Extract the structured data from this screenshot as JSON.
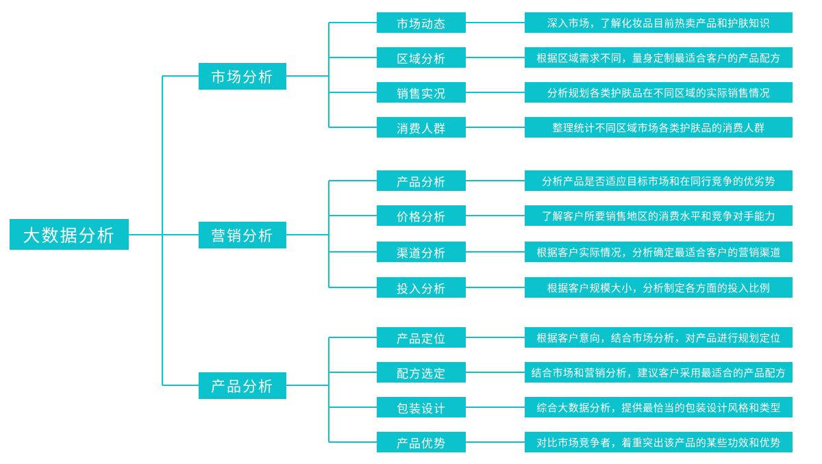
{
  "diagram": {
    "title": "大数据分析",
    "theme": {
      "node_fill": "#0cc3cd",
      "node_text": "#ffffff",
      "connector": "#0cc3cd",
      "background": "#ffffff"
    },
    "root": {
      "label": "大数据分析"
    },
    "branches": [
      {
        "label": "市场分析",
        "children": [
          {
            "label": "市场动态",
            "description": "深入市场，了解化妆品目前热卖产品和护肤知识"
          },
          {
            "label": "区域分析",
            "description": "根据区域需求不同，量身定制最适合客户的产品配方"
          },
          {
            "label": "销售实况",
            "description": "分析规划各类护肤品在不同区域的实际销售情况"
          },
          {
            "label": "消费人群",
            "description": "整理统计不同区域市场各类护肤品的消费人群"
          }
        ]
      },
      {
        "label": "营销分析",
        "children": [
          {
            "label": "产品分析",
            "description": "分析产品是否适应目标市场和在同行竞争的优劣势"
          },
          {
            "label": "价格分析",
            "description": "了解客户所要销售地区的消费水平和竞争对手能力"
          },
          {
            "label": "渠道分析",
            "description": "根据客户实际情况，分析确定最适合客户的营销渠道"
          },
          {
            "label": "投入分析",
            "description": "根据客户规模大小，分析制定各方面的投入比例"
          }
        ]
      },
      {
        "label": "产品分析",
        "children": [
          {
            "label": "产品定位",
            "description": "根据客户意向，结合市场分析，对产品进行规划定位"
          },
          {
            "label": "配方选定",
            "description": "结合市场和营销分析，建议客户采用最适合的产品配方"
          },
          {
            "label": "包装设计",
            "description": "综合大数据分析，提供最恰当的包装设计风格和类型"
          },
          {
            "label": "产品优势",
            "description": "对比市场竞争者，着重突出该产品的某些功效和优势"
          }
        ]
      }
    ]
  }
}
